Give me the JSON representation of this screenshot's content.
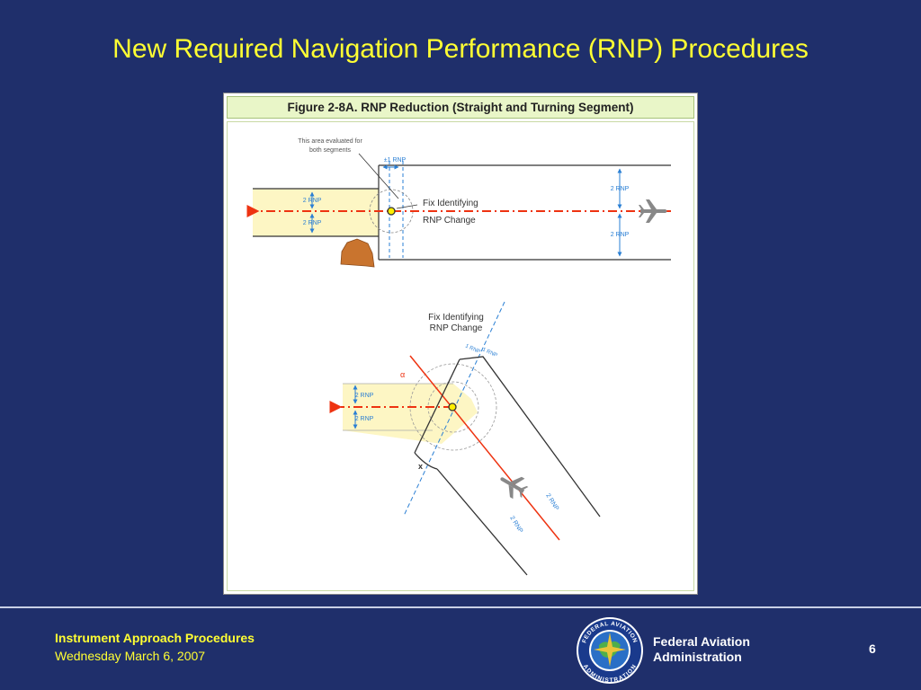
{
  "slide": {
    "title": "New Required Navigation Performance (RNP) Procedures",
    "page_number": "6"
  },
  "figure": {
    "header": "Figure 2-8A.  RNP Reduction (Straight and Turning Segment)",
    "top": {
      "note": [
        "This area evaluated for",
        "both segments"
      ],
      "label_1rnp": "±1 RNP",
      "label_2rnp": "2 RNP",
      "fix_label": [
        "Fix Identifying",
        "RNP Change"
      ]
    },
    "bottom": {
      "fix_label": [
        "Fix Identifying",
        "RNP Change"
      ],
      "label_1rnp": "1 RNP",
      "label_2rnp": "2 RNP",
      "alpha": "α",
      "x_mark": "x"
    },
    "colors": {
      "corridor_fill": "#fdf6c4",
      "track": "#ee3311",
      "dim": "#2a7fd4",
      "border": "#333333",
      "fix": "#ffee00",
      "terrain": "#c9742e"
    }
  },
  "footer": {
    "title": "Instrument Approach Procedures",
    "date": "Wednesday March 6, 2007",
    "org": [
      "Federal Aviation",
      "Administration"
    ],
    "seal_text_top": "FEDERAL AVIATION",
    "seal_text_bottom": "ADMINISTRATION"
  },
  "colors": {
    "background": "#1f2f6b",
    "title": "#ffff33",
    "footer_text": "#ffffff"
  }
}
